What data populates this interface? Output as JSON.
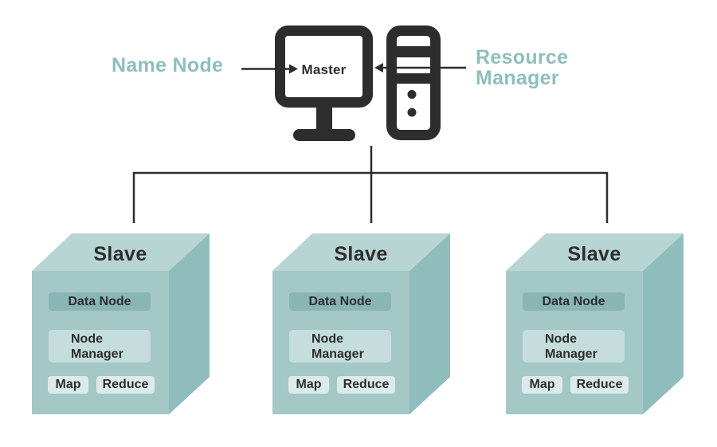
{
  "colors": {
    "accent_teal": "#8fbebd",
    "icon_dark": "#2d2d2d",
    "cube_top": "#b7d5d3",
    "cube_front": "#a3c8c6",
    "cube_side": "#8ebdbc",
    "data_node_bg": "#89b6b4",
    "node_manager_bg": "#c5dedd",
    "map_reduce_bg": "#dcebea"
  },
  "master": {
    "name_node_label": "Name Node",
    "master_label": "Master",
    "resource_manager_label": "Resource Manager",
    "icons": {
      "monitor": "desktop-monitor-icon",
      "tower": "server-tower-icon"
    }
  },
  "slaves": [
    {
      "title": "Slave",
      "data_node": "Data Node",
      "node_manager": "Node Manager",
      "map": "Map",
      "reduce": "Reduce"
    },
    {
      "title": "Slave",
      "data_node": "Data Node",
      "node_manager": "Node Manager",
      "map": "Map",
      "reduce": "Reduce"
    },
    {
      "title": "Slave",
      "data_node": "Data Node",
      "node_manager": "Node Manager",
      "map": "Map",
      "reduce": "Reduce"
    }
  ]
}
